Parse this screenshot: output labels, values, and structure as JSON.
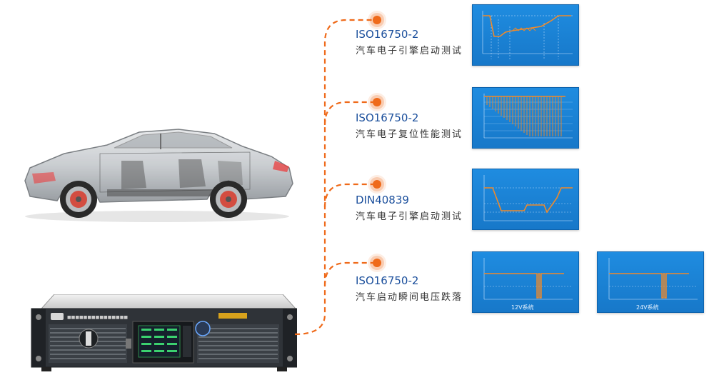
{
  "items": [
    {
      "code": "ISO16750-2",
      "desc": "汽车电子引擎启动测试"
    },
    {
      "code": "ISO16750-2",
      "desc": "汽车电子复位性能测试"
    },
    {
      "code": "DIN40839",
      "desc": "汽车电子引擎启动测试"
    },
    {
      "code": "ISO16750-2",
      "desc": "汽车启动瞬间电压跌落"
    }
  ],
  "captions": {
    "system12": "12V系统",
    "system24": "24V系统"
  },
  "colors": {
    "accent": "#ef6a1a",
    "panel": "#1a82d4",
    "code": "#1b4f9c"
  }
}
